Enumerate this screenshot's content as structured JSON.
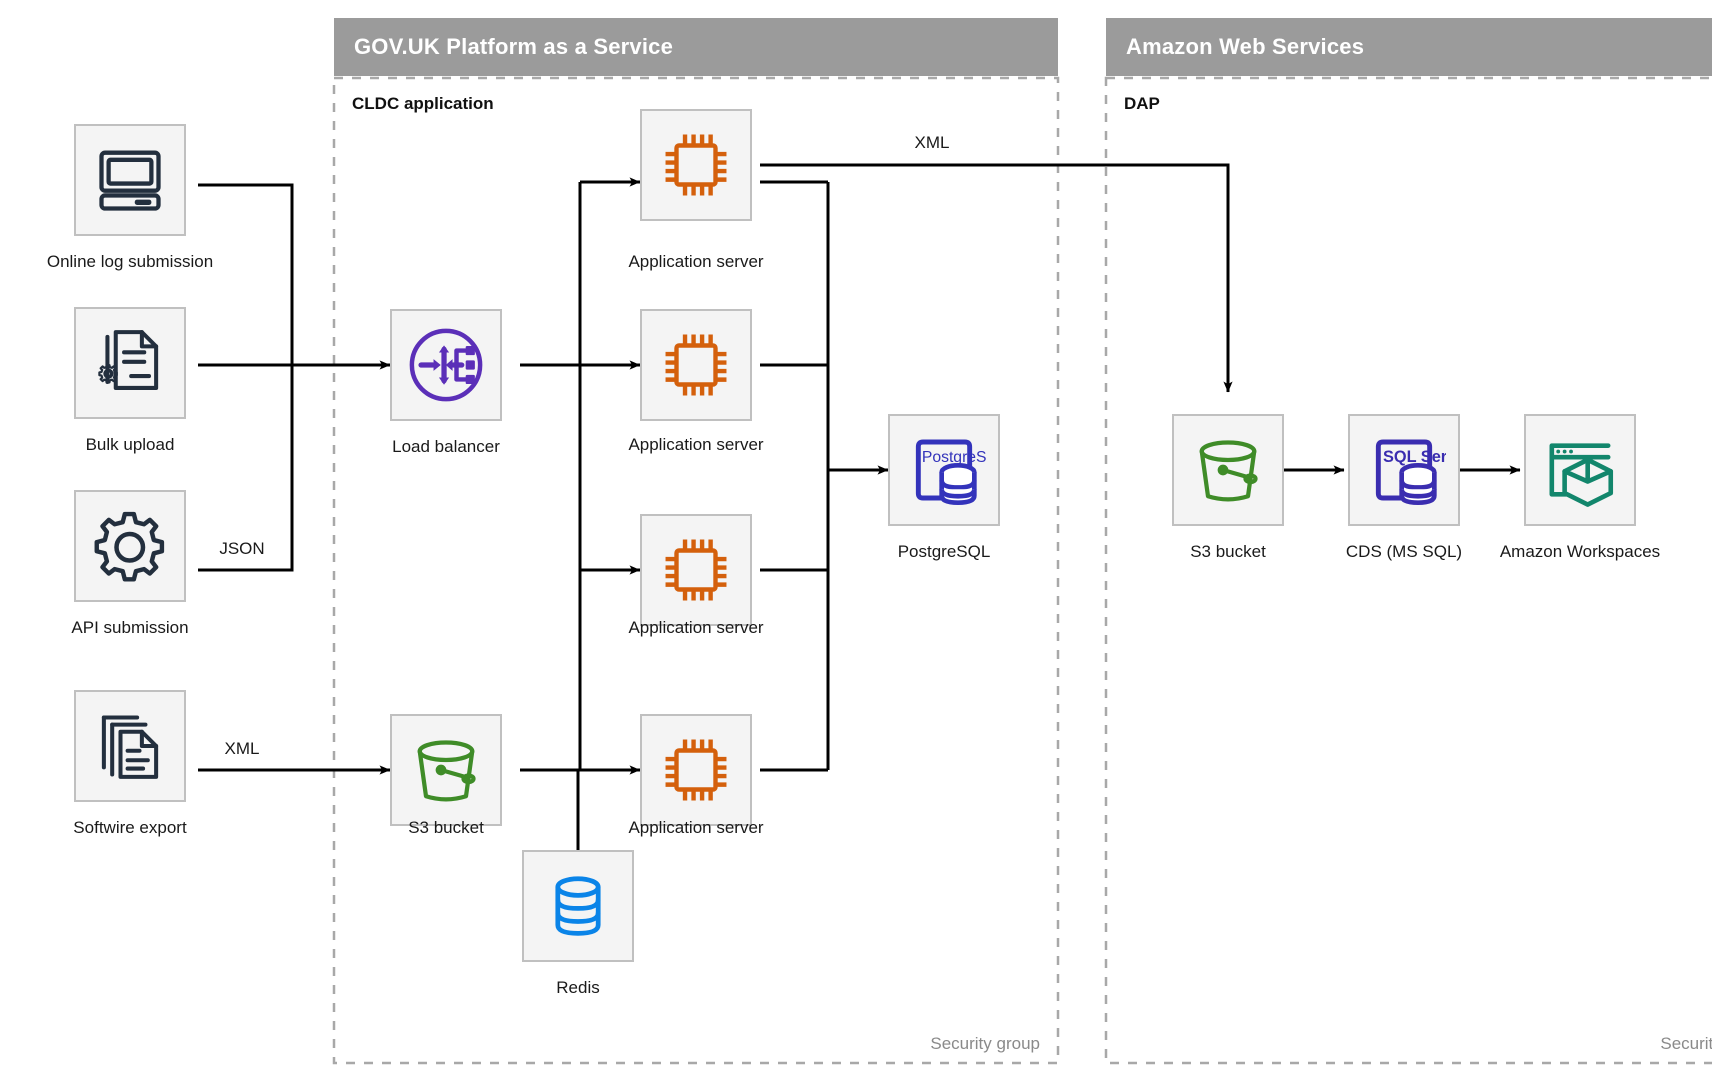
{
  "zones": [
    {
      "id": "paas",
      "title": "GOV.UK Platform as a Service",
      "subtitle": "CLDC application",
      "security_label": "Security group"
    },
    {
      "id": "aws",
      "title": "Amazon Web Services",
      "subtitle": "DAP",
      "security_label": "Security group"
    }
  ],
  "nodes": {
    "online_log": {
      "label": "Online log submission",
      "icon": "desktop-computer-icon",
      "color": "#232f3e"
    },
    "bulk_upload": {
      "label": "Bulk upload",
      "icon": "document-gear-icon",
      "color": "#232f3e"
    },
    "api_submission": {
      "label": "API submission",
      "icon": "gear-icon",
      "color": "#232f3e"
    },
    "softwire_export": {
      "label": "Softwire export",
      "icon": "documents-stack-icon",
      "color": "#232f3e"
    },
    "load_balancer": {
      "label": "Load balancer",
      "icon": "load-balancer-icon",
      "color": "#5b2fb8"
    },
    "app_server_1": {
      "label": "Application server",
      "icon": "cpu-chip-icon",
      "color": "#d4600c"
    },
    "app_server_2": {
      "label": "Application server",
      "icon": "cpu-chip-icon",
      "color": "#d4600c"
    },
    "app_server_3": {
      "label": "Application server",
      "icon": "cpu-chip-icon",
      "color": "#d4600c"
    },
    "app_server_4": {
      "label": "Application server",
      "icon": "cpu-chip-icon",
      "color": "#d4600c"
    },
    "postgresql": {
      "label": "PostgreSQL",
      "icon": "postgresql-icon",
      "icon_text": "PostgreSQL",
      "color": "#3333bb"
    },
    "s3_paas": {
      "label": "S3 bucket",
      "icon": "s3-bucket-icon",
      "color": "#3f8c28"
    },
    "redis": {
      "label": "Redis",
      "icon": "redis-database-icon",
      "color": "#0a84e8"
    },
    "s3_aws": {
      "label": "S3 bucket",
      "icon": "s3-bucket-icon",
      "color": "#3f8c28"
    },
    "cds": {
      "label": "CDS (MS SQL)",
      "icon": "sql-server-icon",
      "icon_text": "SQL Server",
      "color": "#3a2db0"
    },
    "workspaces": {
      "label": "Amazon Workspaces",
      "icon": "amazon-workspaces-icon",
      "color": "#12866c"
    }
  },
  "edge_labels": {
    "json": "JSON",
    "xml_softwire": "XML",
    "xml_to_s3": "XML"
  },
  "colors": {
    "zone_header_bg": "#9b9b9b",
    "zone_header_text": "#ffffff",
    "node_bg": "#f4f4f4",
    "node_border": "#c0c0c0",
    "connector": "#000000",
    "dashed_boundary": "#a8a8a8",
    "security_label": "#8a8a8a"
  }
}
